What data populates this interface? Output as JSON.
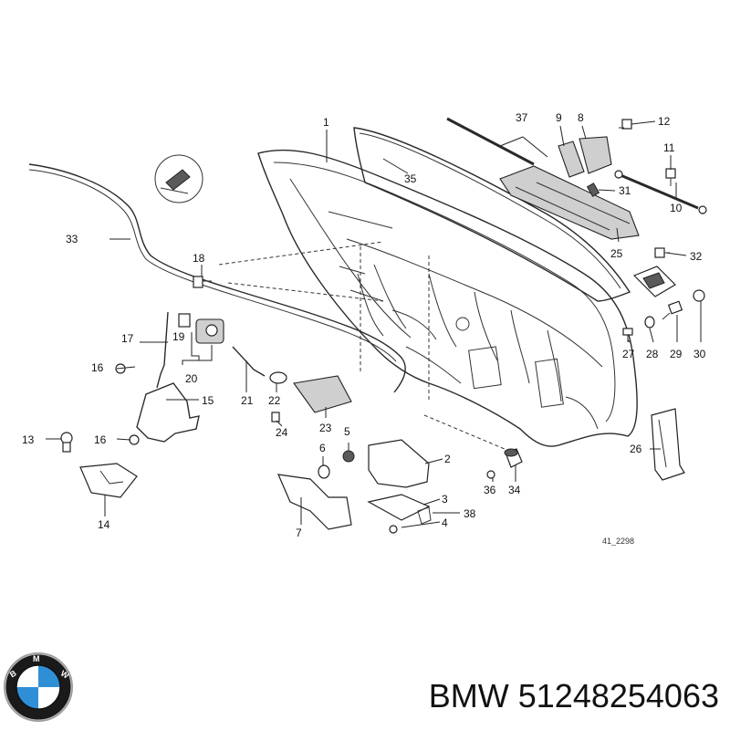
{
  "diagram": {
    "callouts": [
      {
        "id": "c1",
        "text": "1"
      },
      {
        "id": "c2",
        "text": "2"
      },
      {
        "id": "c3",
        "text": "3"
      },
      {
        "id": "c4",
        "text": "4"
      },
      {
        "id": "c5",
        "text": "5"
      },
      {
        "id": "c6",
        "text": "6"
      },
      {
        "id": "c7",
        "text": "7"
      },
      {
        "id": "c8",
        "text": "8"
      },
      {
        "id": "c9",
        "text": "9"
      },
      {
        "id": "c10",
        "text": "10"
      },
      {
        "id": "c11",
        "text": "11"
      },
      {
        "id": "c12",
        "text": "12"
      },
      {
        "id": "c13",
        "text": "13"
      },
      {
        "id": "c14",
        "text": "14"
      },
      {
        "id": "c15",
        "text": "15"
      },
      {
        "id": "c16a",
        "text": "16"
      },
      {
        "id": "c16b",
        "text": "16"
      },
      {
        "id": "c17",
        "text": "17"
      },
      {
        "id": "c18",
        "text": "18"
      },
      {
        "id": "c19",
        "text": "19"
      },
      {
        "id": "c20",
        "text": "20"
      },
      {
        "id": "c21",
        "text": "21"
      },
      {
        "id": "c22",
        "text": "22"
      },
      {
        "id": "c23",
        "text": "23"
      },
      {
        "id": "c24",
        "text": "24"
      },
      {
        "id": "c25",
        "text": "25"
      },
      {
        "id": "c26",
        "text": "26"
      },
      {
        "id": "c27",
        "text": "27"
      },
      {
        "id": "c28",
        "text": "28"
      },
      {
        "id": "c29",
        "text": "29"
      },
      {
        "id": "c30",
        "text": "30"
      },
      {
        "id": "c31",
        "text": "31"
      },
      {
        "id": "c32",
        "text": "32"
      },
      {
        "id": "c33",
        "text": "33"
      },
      {
        "id": "c34",
        "text": "34"
      },
      {
        "id": "c35",
        "text": "35"
      },
      {
        "id": "c36",
        "text": "36"
      },
      {
        "id": "c37",
        "text": "37"
      },
      {
        "id": "c38",
        "text": "38"
      }
    ],
    "drawing_code": "41_2298"
  },
  "brand": {
    "logo_text": "BMW",
    "caption": "BMW 51248254063"
  },
  "colors": {
    "logo_blue": "#2f8fd6",
    "logo_ring": "#1a1a1a",
    "logo_white": "#ffffff"
  }
}
